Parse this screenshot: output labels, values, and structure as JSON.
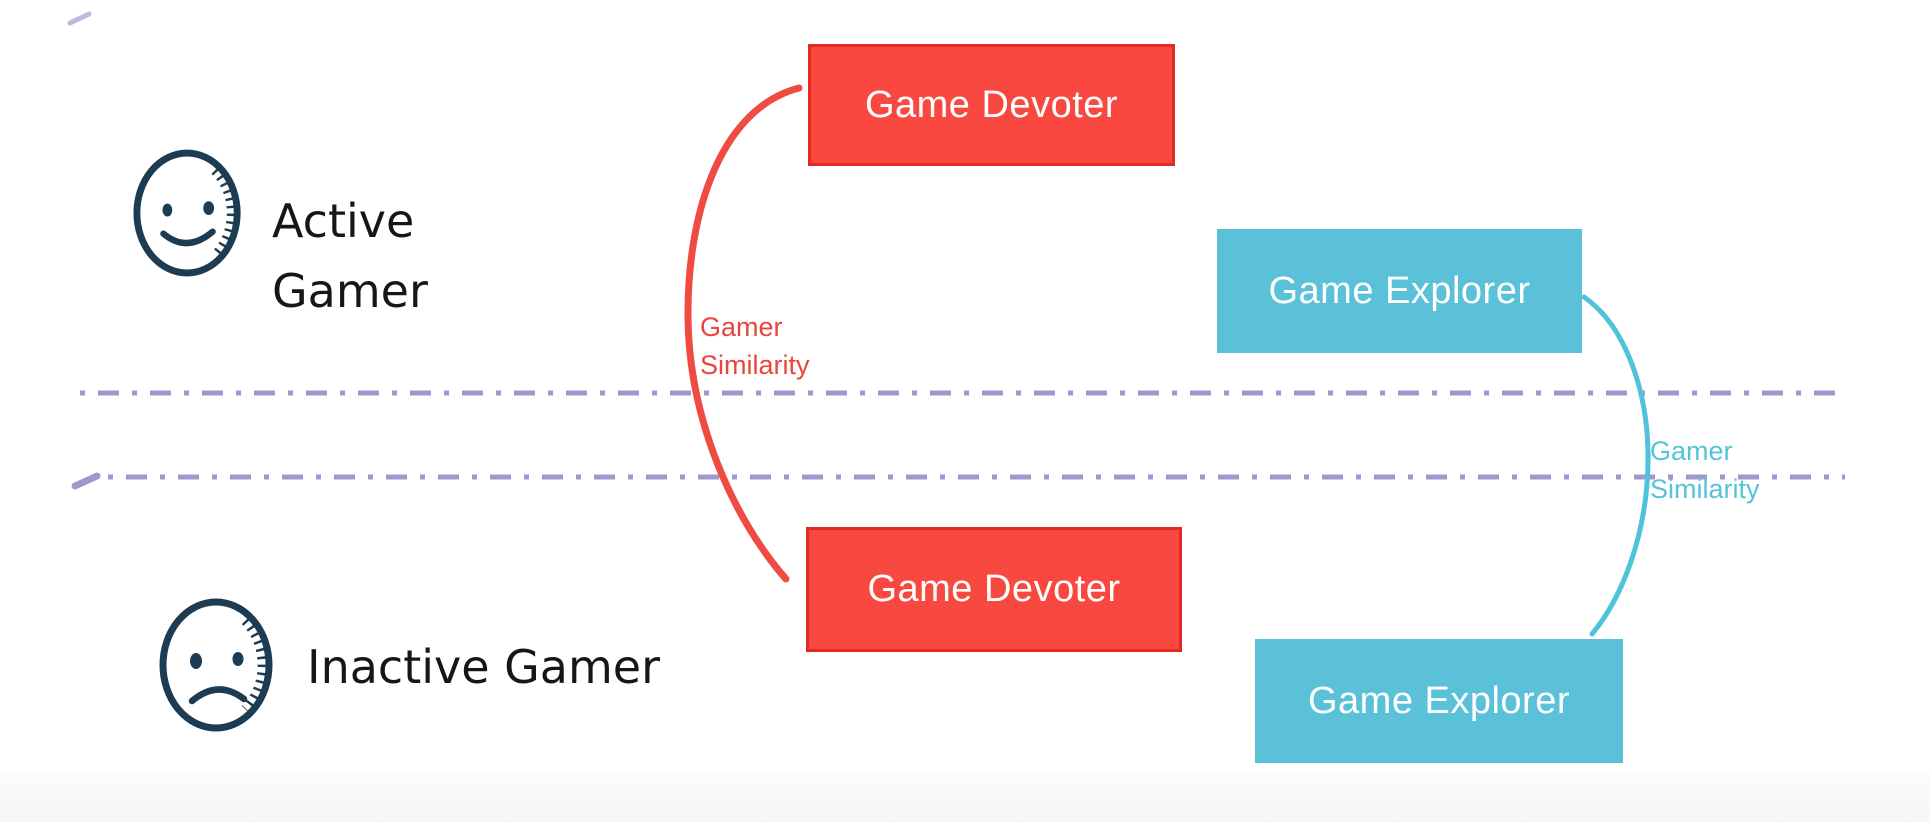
{
  "title": "Gamer similarity diagram",
  "colors": {
    "red_fill": "#f8483f",
    "red_border": "#e02a22",
    "red_line": "#f04b42",
    "red_text": "#e8463c",
    "cyan_fill": "#5ac1d8",
    "cyan_line": "#4fc3dc",
    "cyan_text": "#56c3d9",
    "dash": "#9e98ce",
    "ink": "#1d3c52",
    "label": "#161616"
  },
  "rows": [
    {
      "icon": "happy-face-icon",
      "line1": "Active",
      "line2": "Gamer"
    },
    {
      "icon": "sad-face-icon",
      "line1": "Inactive Gamer",
      "line2": ""
    }
  ],
  "nodes": [
    {
      "label": "Game Devoter",
      "type": "devoter",
      "position": "top"
    },
    {
      "label": "Game Explorer",
      "type": "explorer",
      "position": "top"
    },
    {
      "label": "Game Devoter",
      "type": "devoter",
      "position": "bottom"
    },
    {
      "label": "Game Explorer",
      "type": "explorer",
      "position": "bottom"
    }
  ],
  "edges": [
    {
      "color_name": "red",
      "line1": "Gamer",
      "line2": "Similarity"
    },
    {
      "color_name": "cyan",
      "line1": "Gamer",
      "line2": "Similarity"
    }
  ]
}
